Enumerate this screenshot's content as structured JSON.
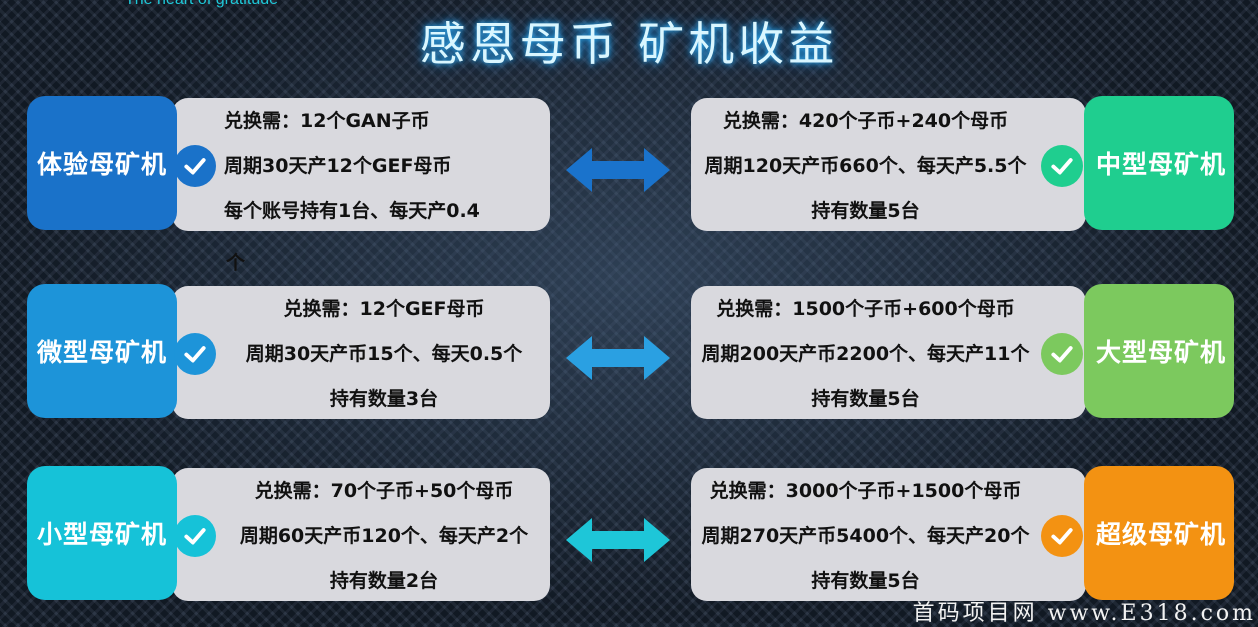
{
  "header": {
    "subtitle": "The heart of gratitude",
    "title": "感恩母币 矿机收益"
  },
  "rows": [
    {
      "left": {
        "label": "体验母矿机",
        "color": "#1a72c9",
        "lines": [
          "兑换需：12个GAN子币",
          "周期30天产12个GEF母币",
          "每个账号持有1台、每天产0.4"
        ],
        "overflow": "个"
      },
      "right": {
        "label": "中型母矿机",
        "color": "#1fce8f",
        "lines": [
          "兑换需：420个子币+240个母币",
          "周期120天产币660个、每天产5.5个",
          "持有数量5台"
        ]
      },
      "arrow_color": "#1a73cc"
    },
    {
      "left": {
        "label": "微型母矿机",
        "color": "#1d94d9",
        "lines": [
          "兑换需：12个GEF母币",
          "周期30天产币15个、每天0.5个",
          "持有数量3台"
        ]
      },
      "right": {
        "label": "大型母矿机",
        "color": "#7cc95e",
        "lines": [
          "兑换需：1500个子币+600个母币",
          "周期200天产币2200个、每天产11个",
          "持有数量5台"
        ]
      },
      "arrow_color": "#2aa0e2"
    },
    {
      "left": {
        "label": "小型母矿机",
        "color": "#16c2d8",
        "lines": [
          "兑换需：70个子币+50个母币",
          "周期60天产币120个、每天产2个",
          "持有数量2台"
        ]
      },
      "right": {
        "label": "超级母矿机",
        "color": "#f39212",
        "lines": [
          "兑换需：3000个子币+1500个母币",
          "周期270天产币5400个、每天产20个",
          "持有数量5台"
        ]
      },
      "arrow_color": "#1ec6d8"
    }
  ],
  "watermark": "首码项目网 www.E318.com",
  "icons": {
    "check": "check-circle-icon",
    "arrow": "double-arrow-icon"
  }
}
